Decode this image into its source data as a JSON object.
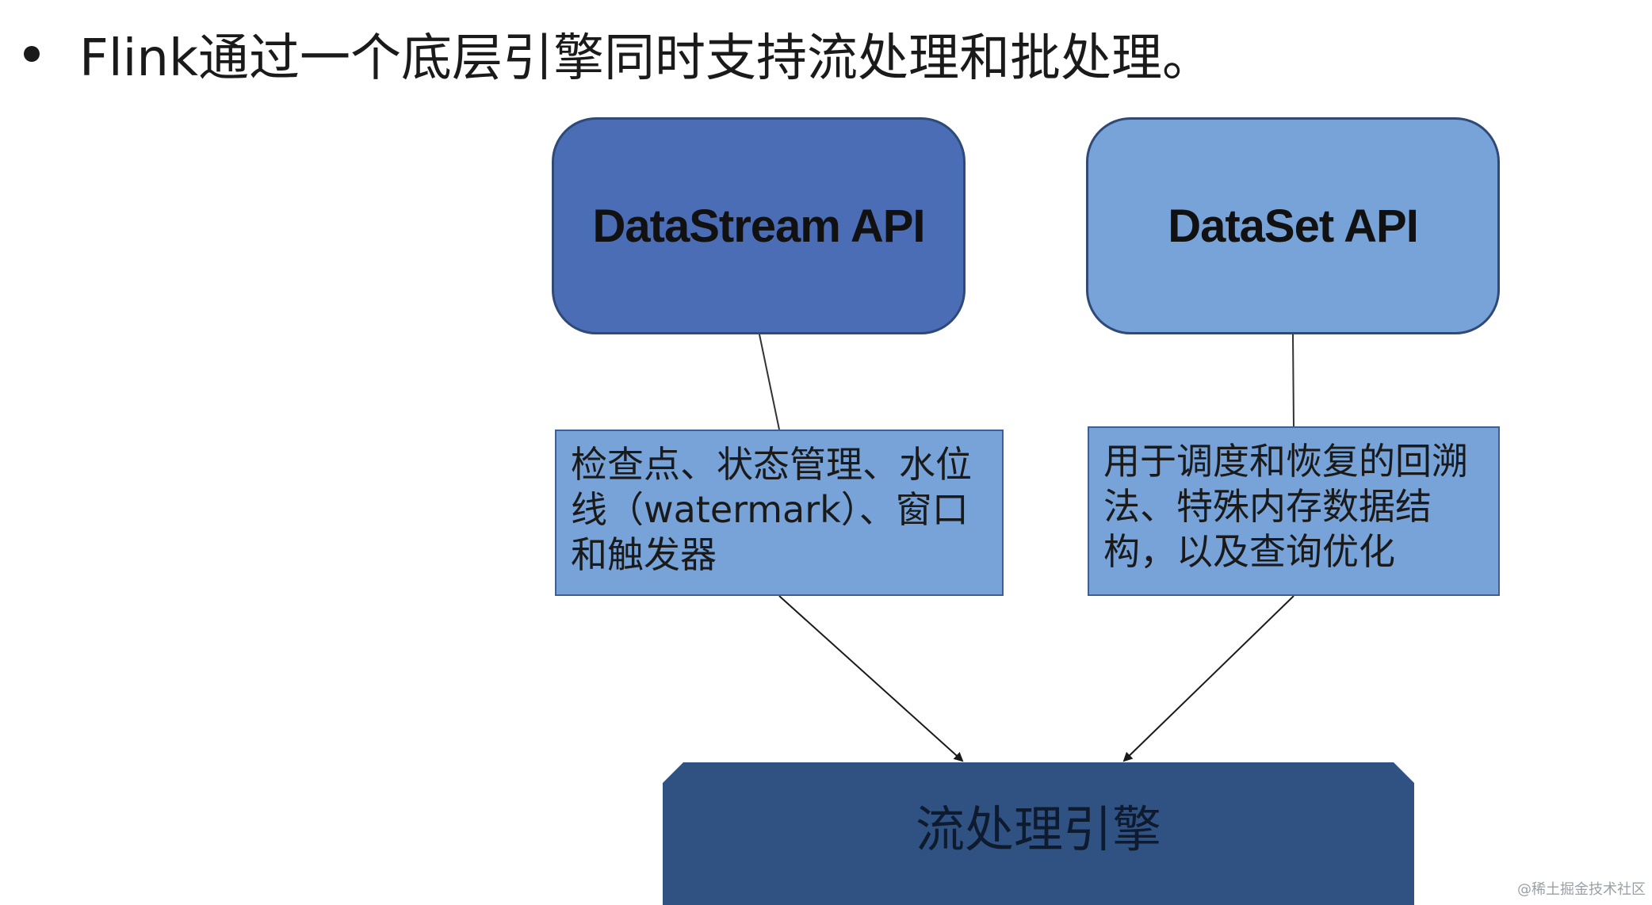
{
  "heading": {
    "text": "Flink通过一个底层引擎同时支持流处理和批处理。"
  },
  "diagram": {
    "datastream_api": "DataStream API",
    "dataset_api": "DataSet API",
    "stream_features": "检查点、状态管理、水位线（watermark）、窗口和触发器",
    "batch_features": "用于调度和恢复的回溯法、特殊内存数据结构，以及查询优化",
    "engine": "流处理引擎"
  },
  "colors": {
    "datastream_fill": "#4a6db5",
    "dataset_fill": "#77a3d8",
    "feature_fill": "#77a3d8",
    "engine_fill": "#2f5283"
  },
  "watermark": "@稀土掘金技术社区"
}
